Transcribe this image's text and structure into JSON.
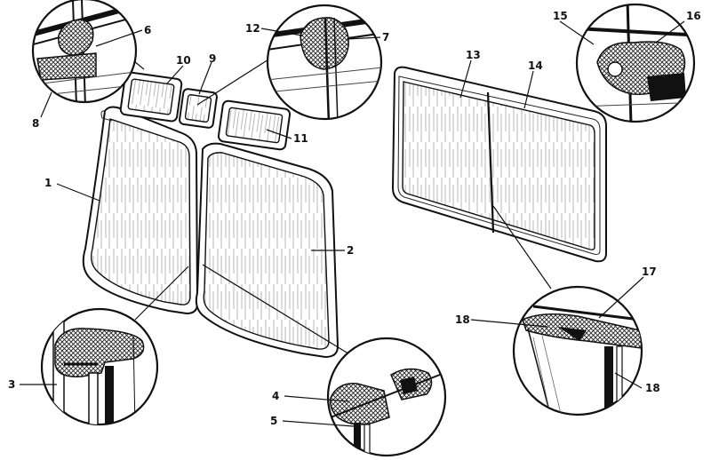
{
  "diagram": {
    "callouts": [
      {
        "id": "1",
        "text": "1"
      },
      {
        "id": "2",
        "text": "2"
      },
      {
        "id": "3",
        "text": "3"
      },
      {
        "id": "4",
        "text": "4"
      },
      {
        "id": "5",
        "text": "5"
      },
      {
        "id": "6",
        "text": "6"
      },
      {
        "id": "7",
        "text": "7"
      },
      {
        "id": "8",
        "text": "8"
      },
      {
        "id": "9",
        "text": "9"
      },
      {
        "id": "10",
        "text": "10"
      },
      {
        "id": "11",
        "text": "11"
      },
      {
        "id": "12",
        "text": "12"
      },
      {
        "id": "13",
        "text": "13"
      },
      {
        "id": "14",
        "text": "14"
      },
      {
        "id": "15",
        "text": "15"
      },
      {
        "id": "16",
        "text": "16"
      },
      {
        "id": "17",
        "text": "17"
      },
      {
        "id": "18a",
        "text": "18"
      },
      {
        "id": "18b",
        "text": "18"
      }
    ]
  }
}
